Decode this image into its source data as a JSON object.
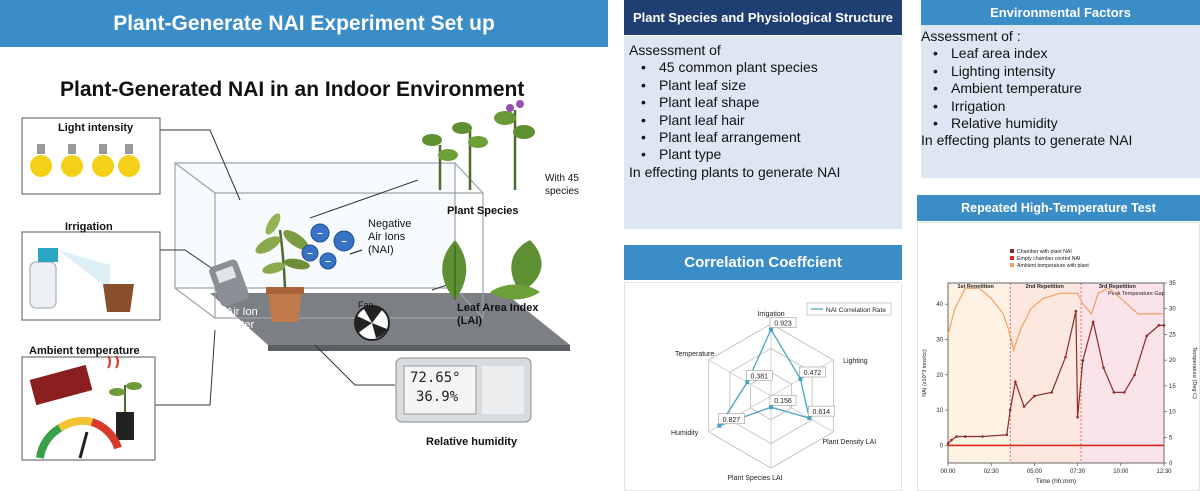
{
  "main": {
    "banner": "Plant-Generate NAI Experiment Set up",
    "title": "Plant-Generated NAI in an Indoor Environment",
    "labels": {
      "light": "Light intensity",
      "irrigation": "Irrigation",
      "ambient": "Ambient  temperature",
      "species": "Plant Species",
      "with45": "With 45 species",
      "nai": "Negative Air Ions (NAI)",
      "lai": "Leaf Area Index (LAI)",
      "fan": "Fan",
      "meter": "Air Ion Meter",
      "humidity": "Relative humidity",
      "hygro_temp": "72.65°",
      "hygro_rh": "36.9%"
    }
  },
  "species_panel": {
    "header": "Plant Species and Physiological Structure",
    "intro": "Assessment of",
    "items": [
      "45 common plant species",
      "Plant leaf size",
      "Plant leaf shape",
      "Plant leaf hair",
      "Plant leaf arrangement",
      "Plant type"
    ],
    "outro": "In effecting plants to generate NAI"
  },
  "env_panel": {
    "header": "Environmental Factors",
    "intro": "Assessment of :",
    "items": [
      "Leaf area index",
      "Lighting intensity",
      "Ambient temperature",
      "Irrigation",
      "Relative humidity"
    ],
    "outro": "In effecting plants to generate NAI"
  },
  "corr_panel": {
    "header": "Correlation Coeffcient"
  },
  "rep_panel": {
    "header": "Repeated High-Temperature Test"
  },
  "colors": {
    "banner": "#3b8dc7",
    "navy": "#1f3f73",
    "panel": "#dde7f3",
    "radar": "#4aa3c8"
  },
  "chart_data": [
    {
      "type": "radar",
      "legend": [
        "NAI Correlation Rate"
      ],
      "categories": [
        "Irrigation",
        "Lighting",
        "Plant Density LAI",
        "Plant Species LAI",
        "Humidity",
        "Temperature"
      ],
      "values": [
        0.923,
        0.472,
        0.614,
        0.156,
        0.827,
        0.381
      ],
      "value_labels": [
        "0.923",
        "0.472",
        "0.614",
        "0.156",
        "0.827",
        "0.381"
      ],
      "range": [
        0,
        1
      ]
    },
    {
      "type": "line",
      "legend": [
        "Chamber with plant NAI",
        "Empty chamber control NAI",
        "Ambient temperature with plant"
      ],
      "annotations": [
        "1st Repetition",
        "2nd Repetition",
        "3rd Repetition",
        "Peak Temperature Gap"
      ],
      "xlabel": "Time (hh:mm)",
      "ylabel_left": "NAI (x10^3 ions/cc)",
      "ylabel_right": "Temperature (Deg C)",
      "xticks": [
        "00:00",
        "02:30",
        "05:00",
        "07:30",
        "10:00",
        "12:30"
      ],
      "yticks_left": [
        0,
        10,
        20,
        30,
        40
      ],
      "yticks_right": [
        0,
        5,
        10,
        15,
        20,
        25,
        30,
        35
      ],
      "xlim": [
        0,
        12.5
      ],
      "ylim_left": [
        -5,
        46
      ],
      "ylim_right": [
        0,
        35
      ],
      "series": [
        {
          "name": "Chamber with plant NAI",
          "axis": "left",
          "x": [
            0,
            0.2,
            0.5,
            1,
            2,
            3.4,
            3.6,
            3.9,
            4.4,
            5,
            6,
            6.8,
            7.4,
            7.5,
            7.8,
            8.4,
            9,
            9.6,
            10.2,
            10.8,
            11.5,
            12.2,
            12.5
          ],
          "y": [
            0.5,
            1.5,
            2.5,
            2.5,
            2.5,
            3,
            10,
            18,
            11,
            14,
            15,
            25,
            38,
            8,
            24,
            35,
            22,
            15,
            15,
            20,
            31,
            34,
            34
          ]
        },
        {
          "name": "Empty chamber control NAI",
          "axis": "left",
          "x": [
            0,
            12.5
          ],
          "y": [
            0,
            0
          ]
        },
        {
          "name": "Ambient temperature with plant",
          "axis": "right",
          "x": [
            0,
            0.4,
            1,
            1.8,
            2.5,
            3.2,
            3.5,
            3.8,
            4.2,
            4.8,
            5.5,
            6.5,
            7.5,
            7.8,
            8.3,
            8.7,
            9.3,
            10,
            11,
            12.5
          ],
          "y": [
            25,
            30,
            34,
            34,
            32,
            29,
            26,
            22,
            26,
            30,
            32,
            33,
            33,
            31,
            29,
            33,
            34,
            32,
            29,
            29
          ]
        }
      ]
    }
  ]
}
